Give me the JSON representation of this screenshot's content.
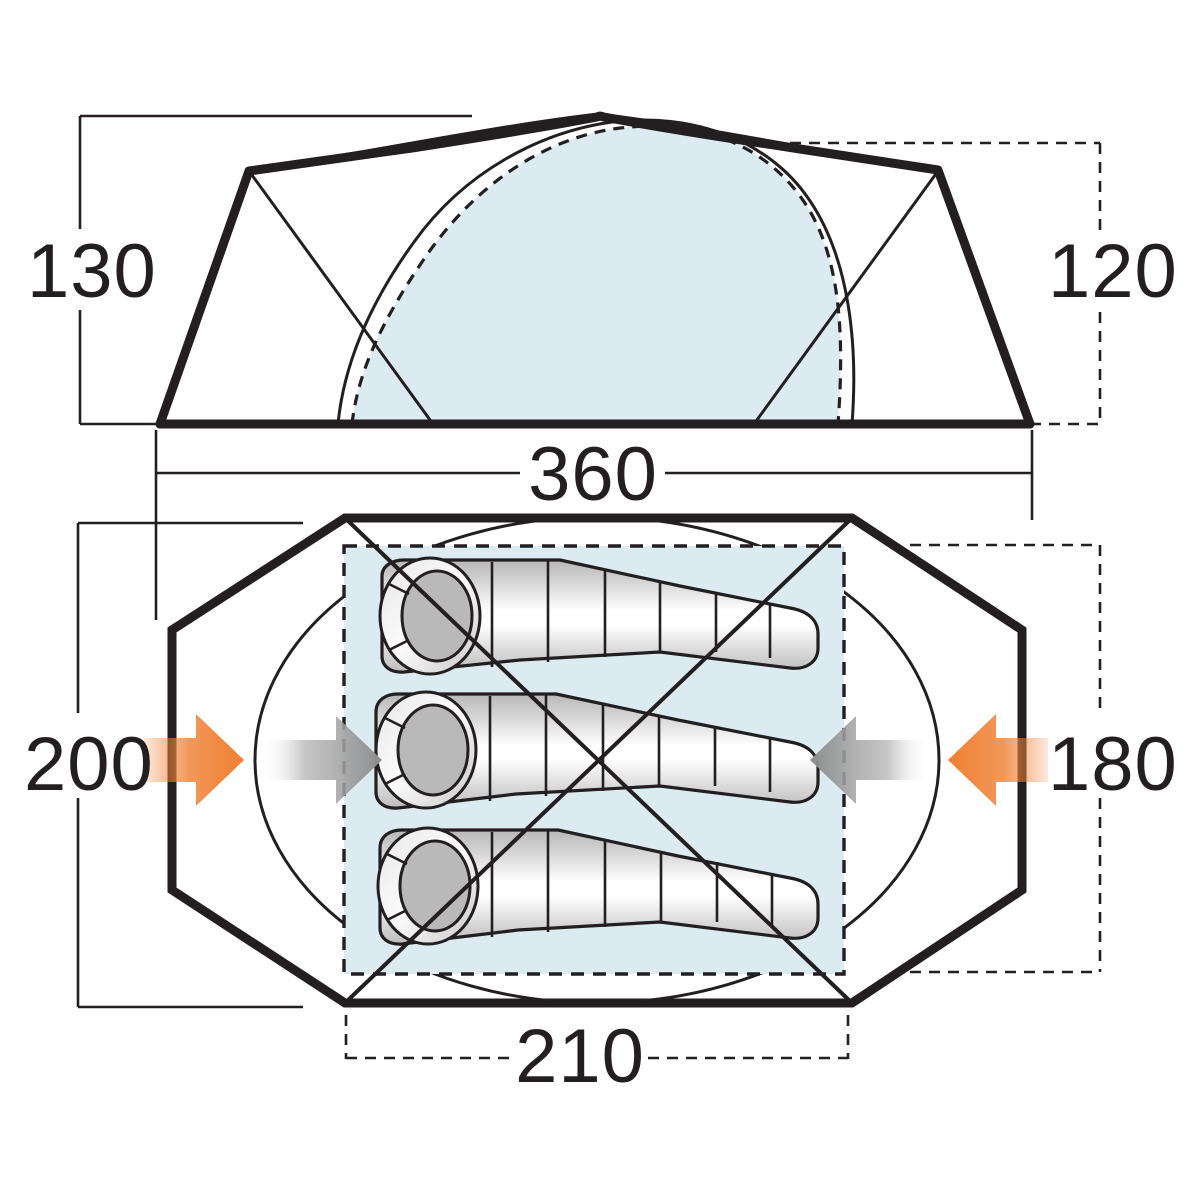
{
  "diagram": {
    "title": "Tent dimensions diagram",
    "units_note": "",
    "views": [
      {
        "name": "elevation",
        "label": "front-elevation-view"
      },
      {
        "name": "plan",
        "label": "floor-plan-view"
      }
    ]
  },
  "colors": {
    "outline": "#231f20",
    "inner_fill": "#dceaf1",
    "accent_orange": "#f0853c",
    "arrow_gray": "#8d8d8d",
    "bag_gray": "#b9b9b9",
    "background": "#ffffff"
  },
  "dimensions": {
    "height_left": {
      "value": "130",
      "name": "dimension-height-130",
      "style": "solid",
      "view": "elevation"
    },
    "height_right": {
      "value": "120",
      "name": "dimension-height-120",
      "style": "dashed",
      "view": "elevation"
    },
    "width_overall": {
      "value": "360",
      "name": "dimension-width-360",
      "style": "solid",
      "view": "elevation"
    },
    "depth_outer": {
      "value": "200",
      "name": "dimension-depth-200",
      "style": "solid",
      "view": "plan"
    },
    "depth_inner": {
      "value": "180",
      "name": "dimension-depth-180",
      "style": "dashed",
      "view": "plan"
    },
    "width_inner": {
      "value": "210",
      "name": "dimension-width-210",
      "style": "dashed",
      "view": "plan"
    }
  },
  "plan": {
    "sleeping_bags_count": 3,
    "sleeping_bag_label": "sleeping-bag",
    "arrows": [
      {
        "name": "arrow-orange-left",
        "direction": "right",
        "color": "#f0853c"
      },
      {
        "name": "arrow-gray-left",
        "direction": "right",
        "color": "#8d8d8d"
      },
      {
        "name": "arrow-gray-right",
        "direction": "left",
        "color": "#8d8d8d"
      },
      {
        "name": "arrow-orange-right",
        "direction": "left",
        "color": "#f0853c"
      }
    ]
  }
}
